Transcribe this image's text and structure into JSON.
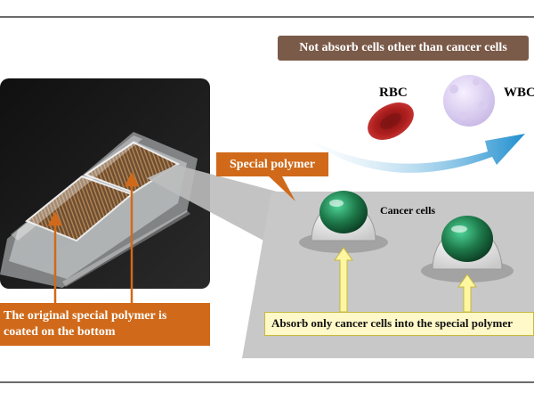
{
  "header_banner": {
    "text": "Not absorb cells other than cancer cells",
    "color": "#7a5a48"
  },
  "cells": {
    "rbc_label": "RBC",
    "wbc_label": "WBC",
    "cancer_label": "Cancer cells"
  },
  "callouts": {
    "special_polymer": "Special polymer",
    "original_polymer_line1": "The original special polymer is",
    "original_polymer_line2": "coated on the bottom",
    "absorb_only": "Absorb only cancer cells into the special polymer"
  },
  "colors": {
    "accent_orange": "#d06a1a",
    "cancer_green": "#1e7a4a",
    "rbc_red": "#b0201f",
    "arrow_blue": "#3aa6d6",
    "callout_yellow": "#fff8c8"
  },
  "icons": [
    "culture-dish-photo",
    "rbc-cell-icon",
    "wbc-cell-icon",
    "cancer-cell-icon",
    "curved-arrow-icon"
  ]
}
